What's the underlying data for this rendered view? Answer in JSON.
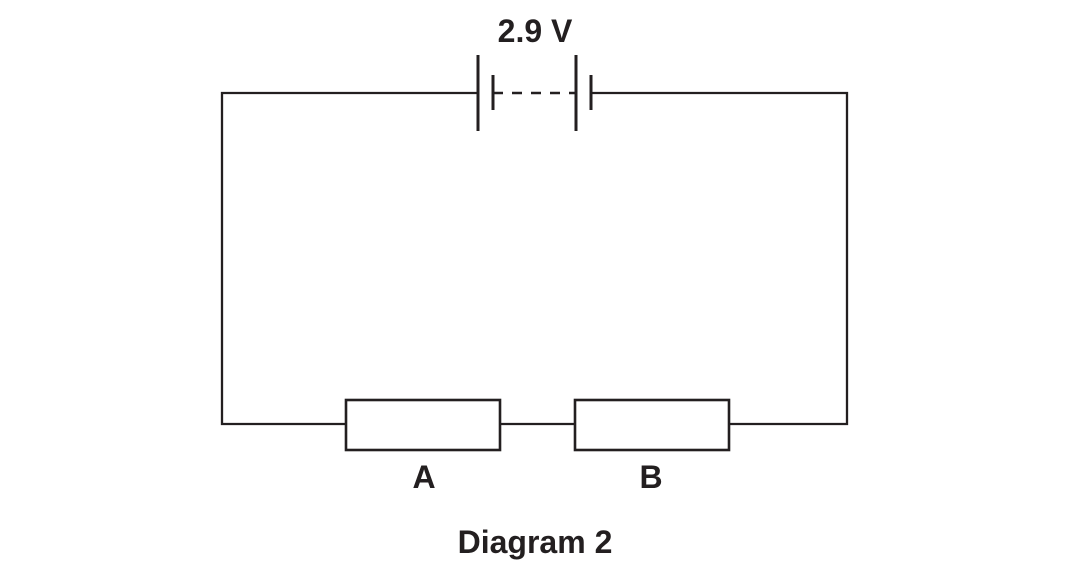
{
  "diagram": {
    "caption": "Diagram 2",
    "battery": {
      "voltage_label": "2.9 V"
    },
    "resistors": [
      {
        "label": "A"
      },
      {
        "label": "B"
      }
    ]
  },
  "colors": {
    "ink": "#231f20",
    "background": "#ffffff"
  }
}
